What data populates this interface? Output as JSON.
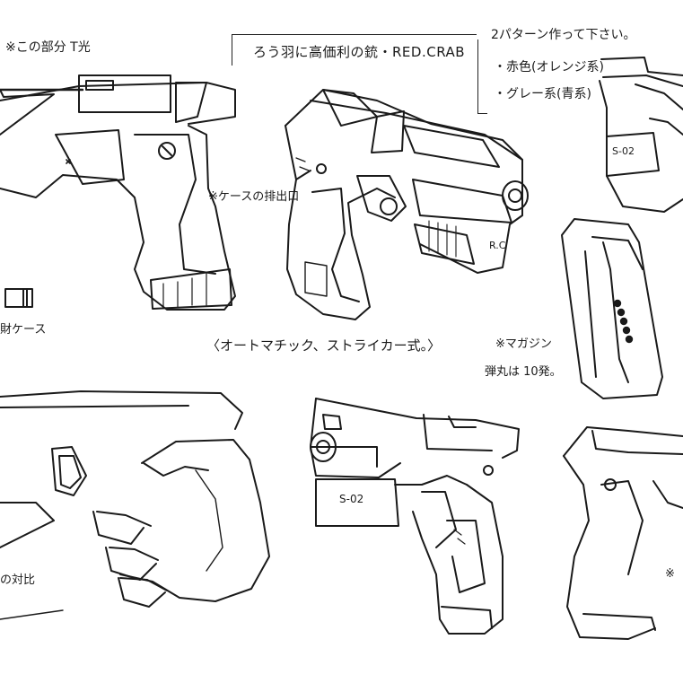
{
  "sheet": {
    "title": "ろう羽に高価利の銃・RED.CRAB",
    "patterns": {
      "heading": "2パターン作って下さい。",
      "items": [
        "・赤色(オレンジ系)",
        "・グレー系(青系)"
      ]
    },
    "notes": {
      "top_left": "※この部分 T光",
      "case_eject": "※ケースの排出口",
      "case_left": "財ケース",
      "caption": "〈オートマチック、ストライカー式。〉",
      "magazine": "※マガジン",
      "capacity": "弾丸は 10発。",
      "compare": "の対比",
      "right_mark": "※"
    },
    "labels": {
      "serial_right": "S-02",
      "serial_lower": "S-02",
      "engraving": "R.C"
    }
  }
}
